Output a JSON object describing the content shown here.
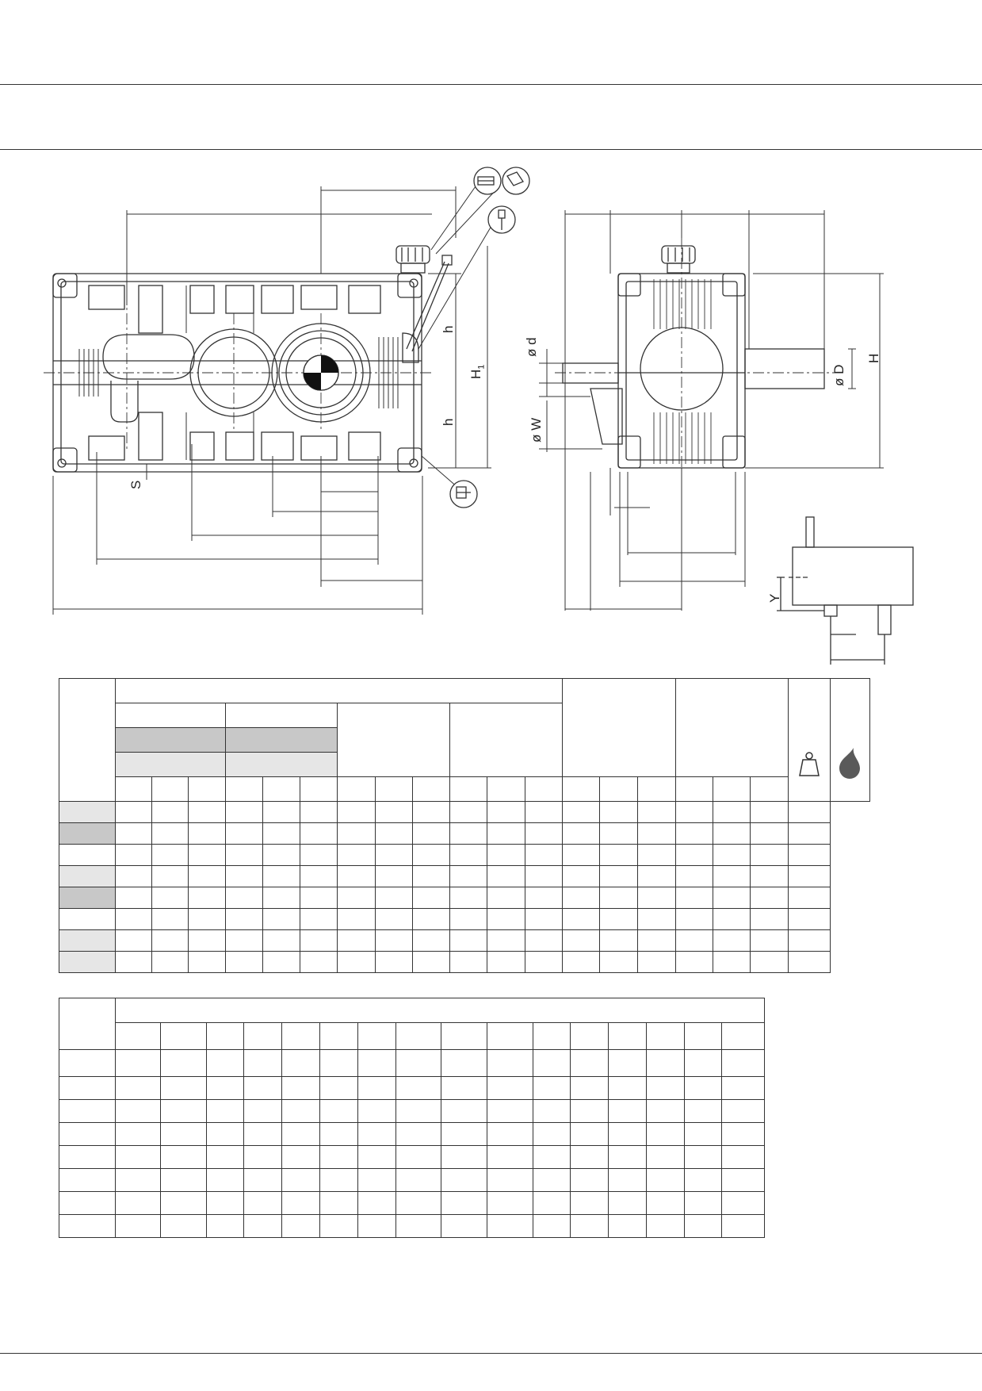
{
  "labels": {
    "s": "S",
    "h_upper": "h",
    "h_lower": "h",
    "H1_main": "H",
    "H1_sub": "1",
    "H": "H",
    "d": "ø d",
    "D": "ø D",
    "W": "ø W",
    "Y": "Y"
  },
  "icons": {
    "weight": "weight-icon",
    "oil": "oil-drop-icon",
    "breather": "breather-plug-icon",
    "oil_level": "oil-level-icon",
    "drain": "drain-plug-icon"
  },
  "colors": {
    "line": "#333333",
    "shade_dark": "#c8c8c8",
    "shade_light": "#e6e6e6",
    "oil": "#5a5a5a"
  },
  "table_main": {
    "row_shades": [
      "light",
      "dark",
      "none",
      "light",
      "dark",
      "none",
      "light",
      "light"
    ],
    "data_columns": 19
  },
  "table_lower": {
    "data_rows": 8,
    "data_columns": 16
  }
}
